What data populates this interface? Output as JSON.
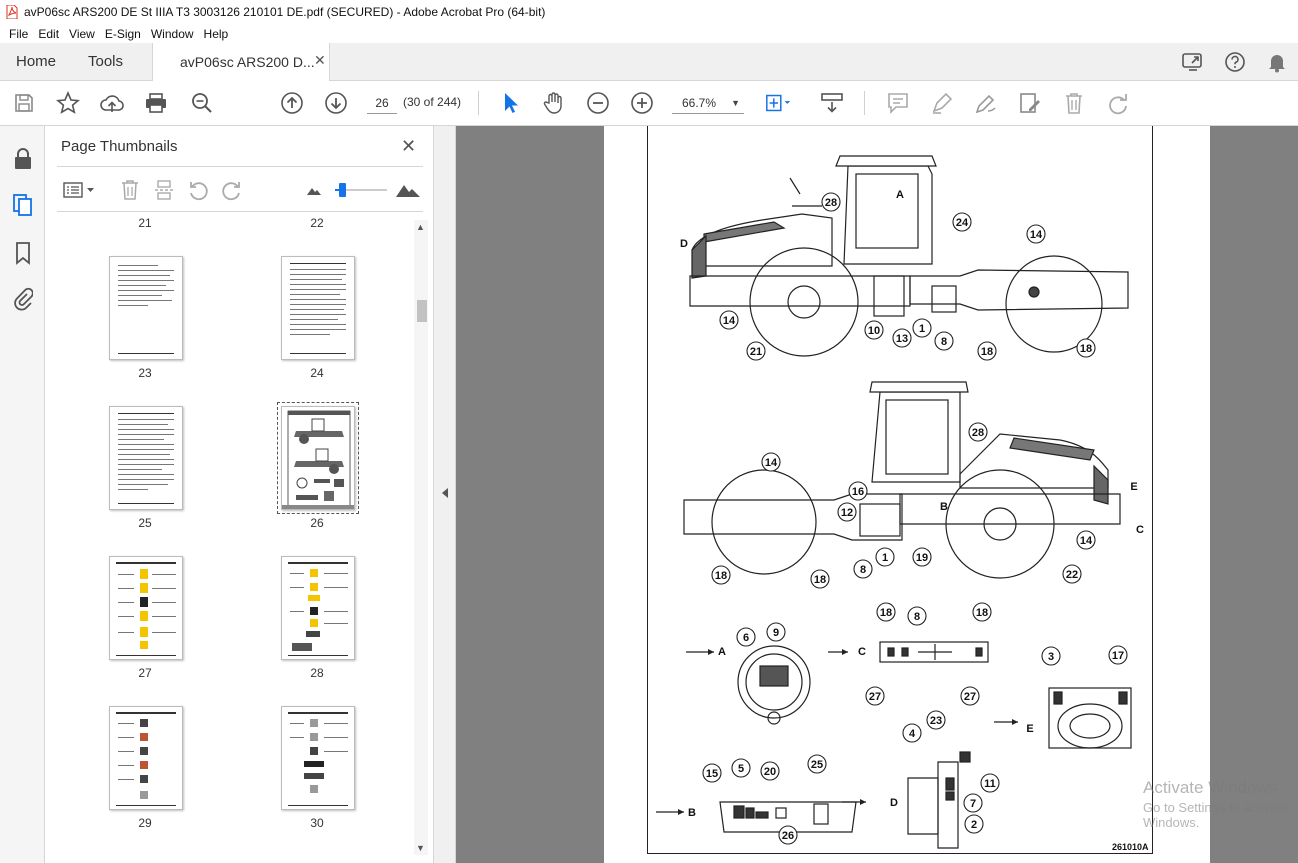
{
  "window": {
    "title": "avP06sc ARS200 DE St IIIA T3 3003126 210101 DE.pdf (SECURED) - Adobe Acrobat Pro (64-bit)"
  },
  "menu": [
    "File",
    "Edit",
    "View",
    "E-Sign",
    "Window",
    "Help"
  ],
  "tabs": {
    "home": "Home",
    "tools": "Tools",
    "doc": "avP06sc ARS200 D..."
  },
  "toolbar": {
    "page_number": "26",
    "page_count": "(30 of 244)",
    "zoom": "66.7%"
  },
  "panel": {
    "title": "Page Thumbnails",
    "labels": [
      "21",
      "22",
      "23",
      "24",
      "25",
      "26",
      "27",
      "28",
      "29",
      "30"
    ]
  },
  "document": {
    "figure_code": "261010A",
    "callouts": [
      "28",
      "A",
      "24",
      "D",
      "14",
      "14",
      "10",
      "13",
      "1",
      "8",
      "18",
      "18",
      "21",
      "28",
      "14",
      "E",
      "16",
      "B",
      "12",
      "C",
      "14",
      "1",
      "19",
      "8",
      "18",
      "18",
      "22",
      "6",
      "9",
      "A",
      "18",
      "8",
      "18",
      "C",
      "27",
      "27",
      "3",
      "17",
      "E",
      "23",
      "4",
      "11",
      "7",
      "2",
      "15",
      "5",
      "20",
      "25",
      "B",
      "26",
      "D"
    ]
  },
  "watermark": {
    "line1": "Activate Windows",
    "line2": "Go to Settings to activate Windows."
  }
}
